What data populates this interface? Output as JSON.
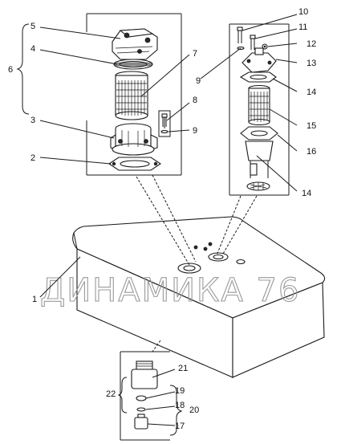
{
  "watermark": "ДИНАМИКА 76",
  "callouts": {
    "c1": "1",
    "c2": "2",
    "c3": "3",
    "c4": "4",
    "c5": "5",
    "c6": "6",
    "c7": "7",
    "c8": "8",
    "c9a": "9",
    "c9b": "9",
    "c10": "10",
    "c11": "11",
    "c12": "12",
    "c13": "13",
    "c14a": "14",
    "c14b": "14",
    "c15": "15",
    "c16": "16",
    "c17": "17",
    "c18": "18",
    "c19": "19",
    "c20": "20",
    "c21": "21",
    "c22": "22"
  },
  "colors": {
    "line": "#1a1a1a",
    "watermark": "#9a9a9a",
    "background": "#ffffff"
  }
}
